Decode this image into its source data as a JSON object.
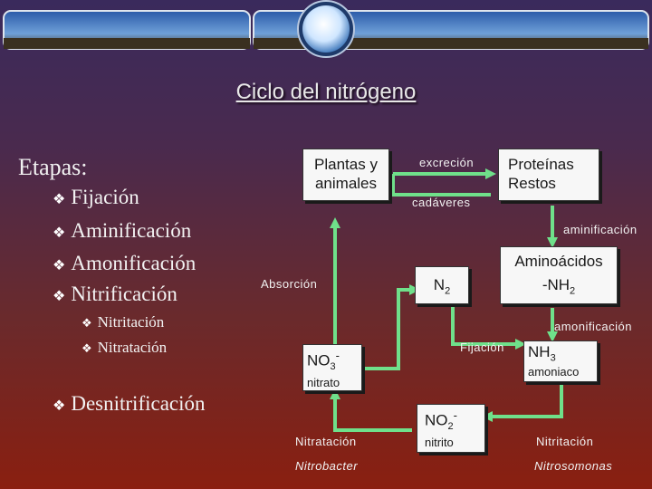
{
  "title": "Ciclo del nitrógeno",
  "stages": {
    "heading": "Etapas:",
    "items": [
      "Fijación",
      "Aminificación",
      "Amonificación",
      "Nitrificación"
    ],
    "subitems": [
      "Nitritación",
      "Nitratación"
    ],
    "last": "Desnitrificación"
  },
  "diagram": {
    "plantas": "Plantas y animales",
    "proteinas": "Proteínas Restos",
    "excrecion": "excreción",
    "cadaveres": "cadáveres",
    "aminificacion": "aminificación",
    "aminoacidos": "Aminoácidos",
    "nh2": "-NH",
    "nh2_sub": "2",
    "absorcion": "Absorción",
    "n2": "N",
    "n2_sub": "2",
    "amonificacion": "amonificación",
    "no3": "NO",
    "no3_sub": "3",
    "no3_sup": "-",
    "nitrato": "nitrato",
    "fijacion": "Fijación",
    "nh3": "NH",
    "nh3_sub": "3",
    "amoniaco": "amoniaco",
    "no2": "NO",
    "no2_sub": "2",
    "no2_sup": "-",
    "nitrito": "nitrito",
    "nitratacion": "Nitratación",
    "nitrobacter": "Nitrobacter",
    "nitritacion": "Nitritación",
    "nitrosomonas": "Nitrosomonas"
  },
  "colors": {
    "arrow": "#6fe08a",
    "box": "#f7f7f7",
    "text": "#f2f2f2"
  }
}
